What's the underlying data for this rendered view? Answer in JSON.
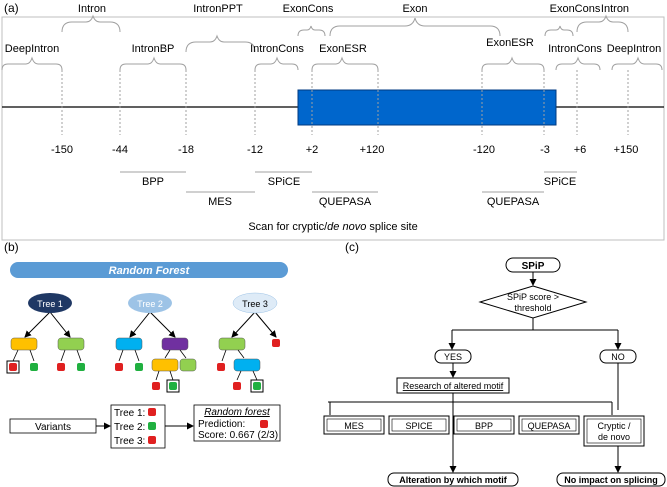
{
  "panel_a": {
    "label": "(a)",
    "regions_top": [
      "Intron",
      "IntronPPT",
      "ExonCons",
      "Exon",
      "ExonCons",
      "Intron"
    ],
    "regions_mid": [
      "DeepIntron",
      "IntronBP",
      "IntronCons",
      "ExonESR",
      "ExonESR",
      "IntronCons",
      "DeepIntron"
    ],
    "positions": [
      "-150",
      "-44",
      "-18",
      "-12",
      "+2",
      "+120",
      "-120",
      "-3",
      "+6",
      "+150"
    ],
    "tools": [
      "BPP",
      "SPiCE",
      "MES",
      "QUEPASA",
      "SPiCE",
      "QUEPASA"
    ],
    "caption_pre": "Scan for cryptic/",
    "caption_italic": "de novo",
    "caption_post": " splice site"
  },
  "panel_b": {
    "label": "(b)",
    "banner": "Random Forest",
    "trees": [
      "Tree 1",
      "Tree 2",
      "Tree 3"
    ],
    "variants": "Variants",
    "votes": [
      "Tree 1:",
      "Tree 2:",
      "Tree 3:"
    ],
    "result_title": "Random forest",
    "prediction": "Prediction:",
    "score": "Score: 0.667 (2/3)"
  },
  "panel_c": {
    "label": "(c)",
    "start": "SPiP",
    "decision": [
      "SPiP score >",
      "threshold"
    ],
    "yes": "YES",
    "no": "NO",
    "research": "Research of altered motif",
    "motifs": [
      "MES",
      "SPICE",
      "BPP",
      "QUEPASA"
    ],
    "cryptic": [
      "Cryptic /",
      "de novo"
    ],
    "outcome_yes": "Alteration by which motif",
    "outcome_no": "No impact on splicing"
  },
  "colors": {
    "exon_blue": "#0066cc",
    "banner_blue": "#5b9bd5",
    "tree1": "#1f3864",
    "tree2": "#9dc3e6",
    "tree3": "#deebf7",
    "node_orange": "#ffc000",
    "node_green": "#92d050",
    "node_blue": "#00b0f0",
    "node_purple": "#7030a0",
    "leaf_red": "#e02020",
    "leaf_green": "#20b040"
  }
}
